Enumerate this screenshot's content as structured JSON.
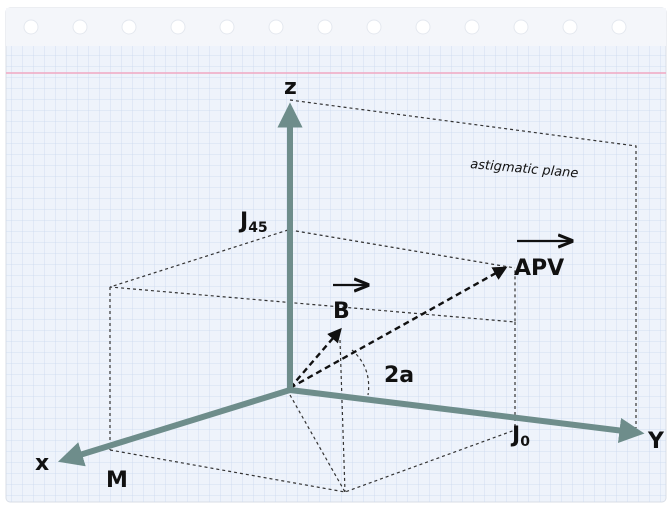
{
  "diagram": {
    "axes": {
      "z_label": "z",
      "x_label": "x",
      "y_label": "Y",
      "m_label": "M"
    },
    "j45": {
      "base": "J",
      "sub": "45"
    },
    "j0": {
      "base": "J",
      "sub": "0"
    },
    "apv_label": "APV",
    "b_label": "B",
    "angle_label": "2a",
    "plane_label": "astigmatic plane",
    "colors": {
      "axis": "#6e8d8b",
      "paper": "#eef3fb",
      "grid": "#c9d9ef",
      "margin_line": "#f0a8c2",
      "dashed": "#333333"
    }
  }
}
